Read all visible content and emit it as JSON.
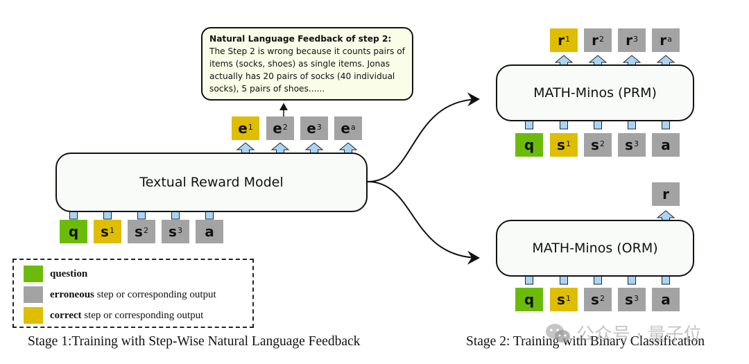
{
  "colors": {
    "question": "#6cbb0c",
    "correct": "#dfbd00",
    "erroneous": "#a3a3a3",
    "arrow_fill": "#a9d4f5",
    "model_fill": "#f8fbf8",
    "feedback_fill": "#fafde8"
  },
  "feedback_box": {
    "title": "Natural Language Feedback of step 2:",
    "body": "The Step 2 is wrong because it counts pairs of items (socks, shoes) as single items. Jonas actually has 20 pairs of socks (40 individual socks), 5 pairs of shoes......"
  },
  "stage1": {
    "model_label": "Textual Reward Model",
    "inputs": [
      {
        "base": "q",
        "sup": "",
        "kind": "question"
      },
      {
        "base": "s",
        "sup": "1",
        "kind": "correct"
      },
      {
        "base": "s",
        "sup": "2",
        "kind": "erroneous"
      },
      {
        "base": "s",
        "sup": "3",
        "kind": "erroneous"
      },
      {
        "base": "a",
        "sup": "",
        "kind": "erroneous"
      }
    ],
    "outputs": [
      {
        "base": "e",
        "sup": "1",
        "kind": "correct"
      },
      {
        "base": "e",
        "sup": "2",
        "kind": "erroneous"
      },
      {
        "base": "e",
        "sup": "3",
        "kind": "erroneous"
      },
      {
        "base": "e",
        "sup": "a",
        "kind": "erroneous"
      }
    ],
    "caption": "Stage 1:Training with Step-Wise Natural Language Feedback"
  },
  "stage2": {
    "prm": {
      "model_label": "MATH-Minos (PRM)",
      "inputs": [
        {
          "base": "q",
          "sup": "",
          "kind": "question"
        },
        {
          "base": "s",
          "sup": "1",
          "kind": "correct"
        },
        {
          "base": "s",
          "sup": "2",
          "kind": "erroneous"
        },
        {
          "base": "s",
          "sup": "3",
          "kind": "erroneous"
        },
        {
          "base": "a",
          "sup": "",
          "kind": "erroneous"
        }
      ],
      "outputs": [
        {
          "base": "r",
          "sup": "1",
          "kind": "correct"
        },
        {
          "base": "r",
          "sup": "2",
          "kind": "erroneous"
        },
        {
          "base": "r",
          "sup": "3",
          "kind": "erroneous"
        },
        {
          "base": "r",
          "sup": "a",
          "kind": "erroneous"
        }
      ]
    },
    "orm": {
      "model_label": "MATH-Minos (ORM)",
      "inputs": [
        {
          "base": "q",
          "sup": "",
          "kind": "question"
        },
        {
          "base": "s",
          "sup": "1",
          "kind": "correct"
        },
        {
          "base": "s",
          "sup": "2",
          "kind": "erroneous"
        },
        {
          "base": "s",
          "sup": "3",
          "kind": "erroneous"
        },
        {
          "base": "a",
          "sup": "",
          "kind": "erroneous"
        }
      ],
      "outputs": [
        {
          "base": "r",
          "sup": "",
          "kind": "erroneous"
        }
      ]
    },
    "caption": "Stage 2: Training with Binary Classification"
  },
  "legend": {
    "items": [
      {
        "kind": "question",
        "bold": "question",
        "rest": ""
      },
      {
        "kind": "erroneous",
        "bold": "erroneous",
        "rest": " step or corresponding output"
      },
      {
        "kind": "correct",
        "bold": "correct",
        "rest": " step or corresponding output"
      }
    ]
  },
  "watermark": {
    "icon": "wechat-icon",
    "text": "公众号 · 量子位"
  }
}
